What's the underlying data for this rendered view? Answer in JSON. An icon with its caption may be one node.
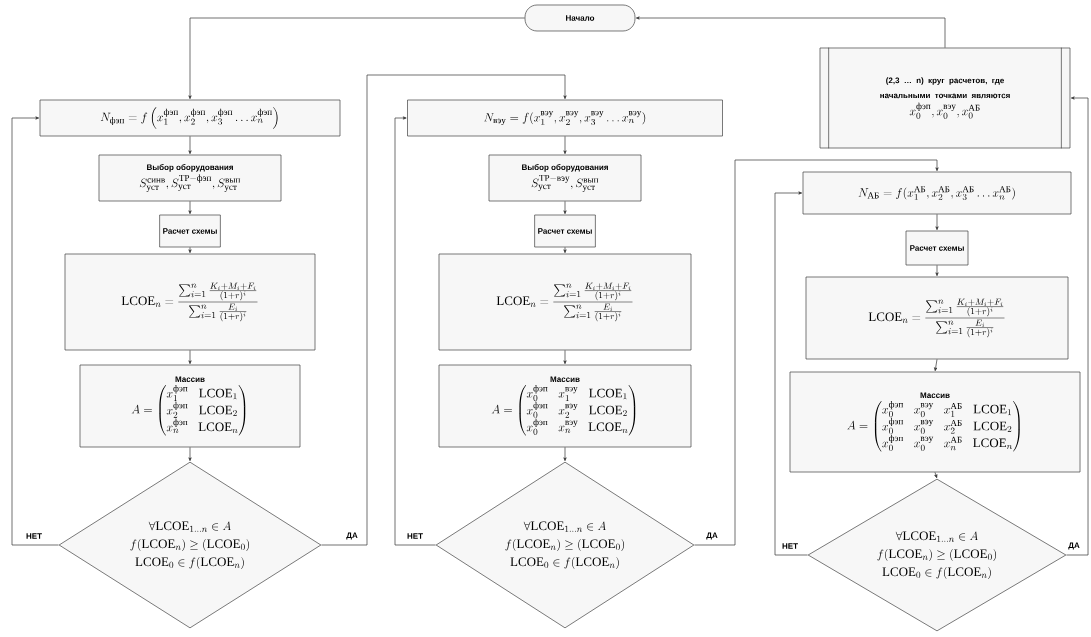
{
  "diagram": {
    "nodes": [
      {
        "text": [
          "Начало"
        ]
      },
      {
        "text": [
          "N_{\\text{фэп}} = f\\left(x_1^{\\text{фэп}}, x_2^{\\text{фэп}}, x_3^{\\text{фэп}} \\ldots x_n^{\\text{фэп}}\\right)"
        ]
      },
      {
        "text": [
          "Выбор оборудования",
          "S_{\\text{уст}}^{\\text{синв}}, S_{\\text{уст}}^{\\text{ТР}-\\text{фэп}}, S_{\\text{уст}}^{\\text{вып}}"
        ]
      },
      {
        "text": [
          "Расчет схемы"
        ]
      },
      {
        "text": [
          "\\mathrm{LCOE}_n = \\frac{\\sum_{i=1}^{n} \\frac{K_i + M_i + F_i}{(1+r)^i}}{\\sum_{i=1}^{n} \\frac{E_i}{(1+r)^i}}"
        ]
      },
      {
        "text": [
          "Массив",
          "A = \\begin{pmatrix} x_1^{\\text{фэп}} & \\mathrm{LCOE}_1 \\\\ x_2^{\\text{фэп}} & \\mathrm{LCOE}_2 \\\\ x_n^{\\text{фэп}} & \\mathrm{LCOE}_n \\end{pmatrix}"
        ]
      },
      {
        "text": [
          "\\begin{gathered} \\forall \\mathrm{LCOE}_{1\\ldots n} \\in A \\\\ f(\\mathrm{LCOE}_n) \\geq (\\mathrm{LCOE}_0) \\\\ \\mathrm{LCOE}_0 \\in f(\\mathrm{LCOE}_n) \\end{gathered}"
        ]
      },
      {
        "text": [
          "N_{\\text{вэу}} = f(x_1^{\\text{вэу}}, x_2^{\\text{вэу}}, x_3^{\\text{вэу}} \\ldots x_n^{\\text{вэу}})"
        ]
      },
      {
        "text": [
          "Выбор оборудования",
          "S_{\\text{уст}}^{\\text{ТР}-\\text{вэу}}, S_{\\text{уст}}^{\\text{вып}}"
        ]
      },
      {
        "text": [
          "Расчет схемы"
        ]
      },
      {
        "text": [
          "\\mathrm{LCOE}_n = \\frac{\\sum_{i=1}^{n} \\frac{K_i + M_i + F_i}{(1+r)^i}}{\\sum_{i=1}^{n} \\frac{E_i}{(1+r)^i}}"
        ]
      },
      {
        "text": [
          "Массив",
          "A = \\begin{pmatrix} x_0^{\\text{фэп}} & x_1^{\\text{вэу}} & \\mathrm{LCOE}_1 \\\\ x_0^{\\text{фэп}} & x_2^{\\text{вэу}} & \\mathrm{LCOE}_2 \\\\ x_0^{\\text{фэп}} & x_n^{\\text{вэу}} & \\mathrm{LCOE}_n \\end{pmatrix}"
        ]
      },
      {
        "text": [
          "\\begin{gathered} \\forall \\mathrm{LCOE}_{1\\ldots n} \\in A \\\\ f(\\mathrm{LCOE}_n) \\geq (\\mathrm{LCOE}_0) \\\\ \\mathrm{LCOE}_0 \\in f(\\mathrm{LCOE}_n) \\end{gathered}"
        ]
      },
      {
        "text": [
          "(2,3 … n) круг расчетов, где начальными точками являются",
          "x_0^{\\text{фэп}}, x_0^{\\text{вэу}}, x_0^{\\text{АБ}}"
        ]
      },
      {
        "text": [
          "N_{\\text{АБ}} = f(x_1^{\\text{АБ}}, x_2^{\\text{АБ}}, x_3^{\\text{АБ}} \\ldots x_n^{\\text{АБ}})"
        ]
      },
      {
        "text": [
          "Расчет схемы"
        ]
      },
      {
        "text": [
          "\\mathrm{LCOE}_n = \\frac{\\sum_{i=1}^{n} \\frac{K_i + M_i + F_i}{(1+r)^i}}{\\sum_{i=1}^{n} \\frac{E_i}{(1+r)^i}}"
        ]
      },
      {
        "text": [
          "Массив",
          "A = \\begin{pmatrix} x_0^{\\text{фэп}} & x_0^{\\text{вэу}} & x_1^{\\text{АБ}} & \\mathrm{LCOE}_1 \\\\ x_0^{\\text{фэп}} & x_0^{\\text{вэу}} & x_2^{\\text{АБ}} & \\mathrm{LCOE}_2 \\\\ x_0^{\\text{фэп}} & x_0^{\\text{вэу}} & x_n^{\\text{АБ}} & \\mathrm{LCOE}_n \\end{pmatrix}"
        ]
      },
      {
        "text": [
          "\\begin{gathered} \\forall \\mathrm{LCOE}_{1\\ldots n} \\in A \\\\ f(\\mathrm{LCOE}_n) \\geq (\\mathrm{LCOE}_0) \\\\ \\mathrm{LCOE}_0 \\in f(\\mathrm{LCOE}_n) \\end{gathered}"
        ]
      }
    ],
    "edges": [
      {
        "from": 0,
        "to": 1,
        "arrow": "to"
      },
      {
        "from": 1,
        "to": 2,
        "arrow": "to"
      },
      {
        "from": 2,
        "to": 3,
        "arrow": "to"
      },
      {
        "from": 3,
        "to": 4,
        "arrow": "to"
      },
      {
        "from": 4,
        "to": 5,
        "arrow": "to"
      },
      {
        "from": 5,
        "to": 6,
        "arrow": "to"
      },
      {
        "from": 6,
        "to": 1,
        "arrow": "to",
        "label": "НЕТ"
      },
      {
        "from": 6,
        "to": 7,
        "arrow": "to",
        "label": "ДА"
      },
      {
        "from": 7,
        "to": 8,
        "arrow": "to"
      },
      {
        "from": 8,
        "to": 9,
        "arrow": "to"
      },
      {
        "from": 9,
        "to": 10,
        "arrow": "to"
      },
      {
        "from": 10,
        "to": 11,
        "arrow": "to"
      },
      {
        "from": 11,
        "to": 12,
        "arrow": "to"
      },
      {
        "from": 12,
        "to": 7,
        "arrow": "to",
        "label": "НЕТ"
      },
      {
        "from": 12,
        "to": 14,
        "arrow": "to",
        "label": "ДА"
      },
      {
        "from": 14,
        "to": 15,
        "arrow": "to"
      },
      {
        "from": 15,
        "to": 16,
        "arrow": "to"
      },
      {
        "from": 16,
        "to": 17,
        "arrow": "to"
      },
      {
        "from": 17,
        "to": 18,
        "arrow": "to"
      },
      {
        "from": 18,
        "to": 14,
        "arrow": "to",
        "label": "НЕТ"
      },
      {
        "from": 18,
        "to": 13,
        "arrow": "to",
        "label": "ДА"
      },
      {
        "from": 13,
        "to": 0,
        "arrow": "to"
      }
    ]
  }
}
